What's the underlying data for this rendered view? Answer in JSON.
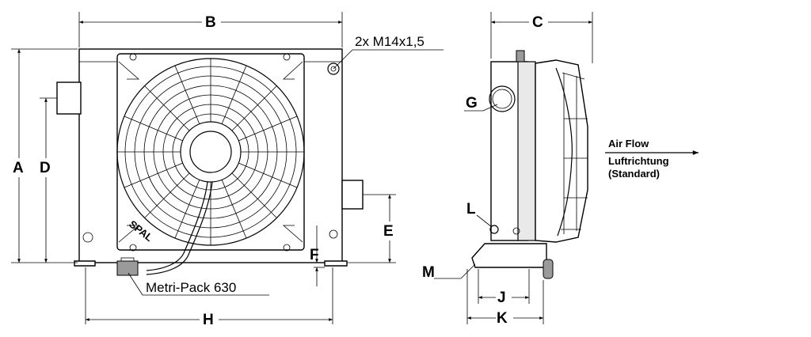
{
  "dimensions": {
    "a": "A",
    "b": "B",
    "c": "C",
    "d": "D",
    "e": "E",
    "f": "F",
    "g": "G",
    "h": "H",
    "j": "J",
    "k": "K",
    "l": "L",
    "m": "M"
  },
  "notes": {
    "threads": "2x M14x1,5",
    "connector": "Metri-Pack 630",
    "fan_label": "SPAL"
  },
  "airflow": {
    "line1": "Air Flow",
    "line2": "Luftrichtung",
    "line3": "(Standard)"
  }
}
